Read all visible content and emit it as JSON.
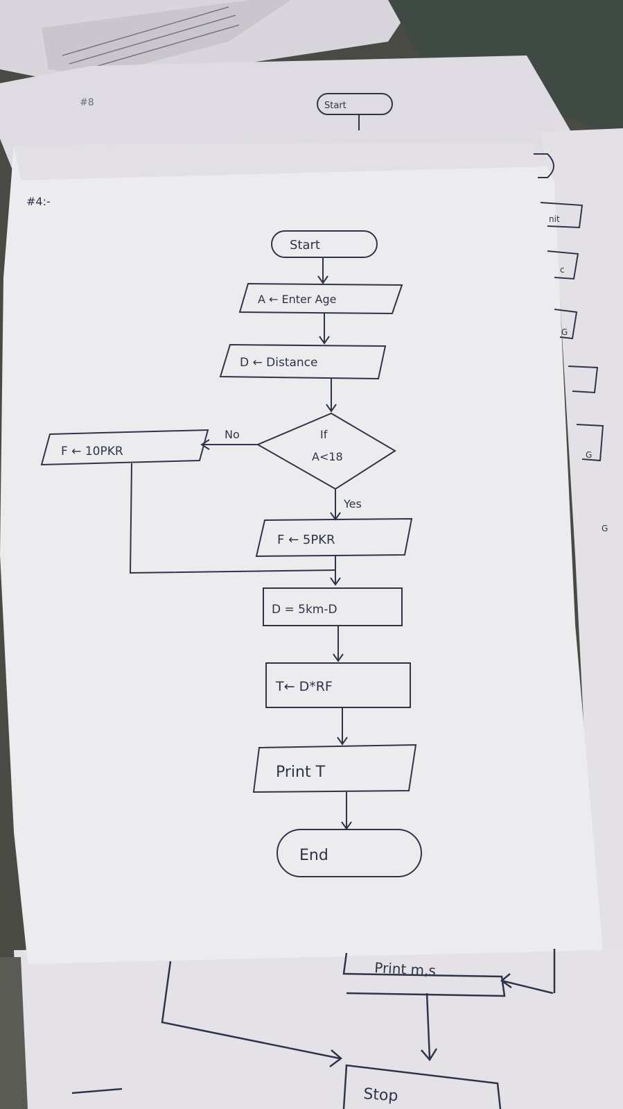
{
  "page": {
    "label": "#4:-"
  },
  "flowchart": {
    "start": "Start",
    "input_age": "A ← Enter Age",
    "input_distance": "D ← Distance",
    "decision_line1": "If",
    "decision_line2": "A<18",
    "no_label": "No",
    "yes_label": "Yes",
    "fare_no": "F ← 10PKR",
    "fare_yes": "F ← 5PKR",
    "distance_calc": "D = 5km-D",
    "total": "T← D*RF",
    "print": "Print T",
    "end": "End"
  },
  "background_sheets": {
    "top_start": "Start",
    "top_label": "#8",
    "bottom_print": "Print m,s",
    "bottom_stop": "Stop",
    "right_fragments": [
      "nit",
      "c",
      "G",
      "G",
      "G"
    ]
  },
  "colors": {
    "ink": "#2e3448",
    "paper": "#ecebee",
    "paper_shadow": "#d9d7dc",
    "background": "#4a4a44"
  }
}
